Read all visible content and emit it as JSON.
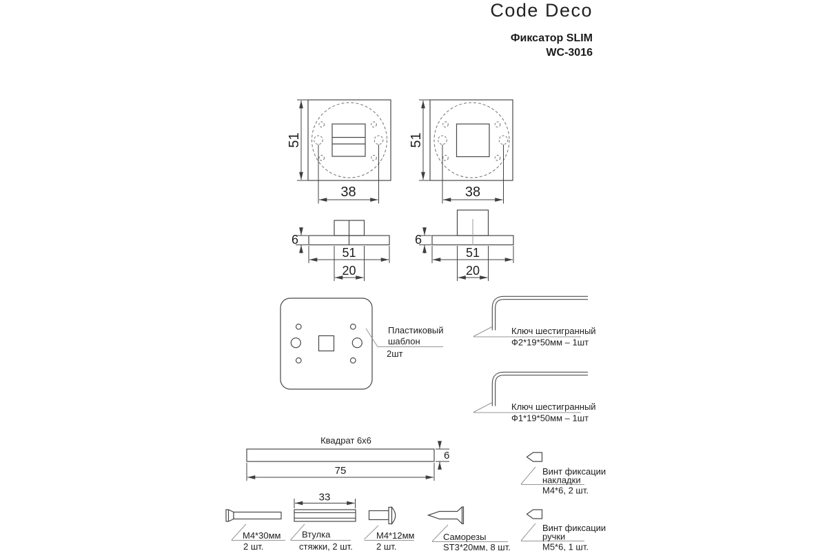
{
  "brand": {
    "logo": "Code Deco",
    "product": "Фиксатор SLIM",
    "model": "WC-3016"
  },
  "front_left": {
    "side": "51",
    "holes": "38"
  },
  "front_right": {
    "side": "51",
    "holes": "38"
  },
  "side_left": {
    "thickness": "6",
    "width": "51",
    "knob": "20"
  },
  "side_right": {
    "thickness": "6",
    "width": "51",
    "knob": "20"
  },
  "template": {
    "name_line1": "Пластиковый",
    "name_line2": "шаблон",
    "qty": "2шт"
  },
  "hex_key_large": {
    "name": "Ключ шестигранный",
    "spec": "Ф2*19*50мм – 1шт"
  },
  "hex_key_small": {
    "name": "Ключ шестигранный",
    "spec": "Ф1*19*50мм – 1шт"
  },
  "square_bar": {
    "name": "Квадрат 6x6",
    "length": "75",
    "thickness": "6"
  },
  "bolt_m4_30": {
    "name": "М4*30мм",
    "qty": "2 шт."
  },
  "sleeve": {
    "length": "33",
    "name": "Втулка",
    "qty": "стяжки, 2 шт."
  },
  "bolt_m4_12": {
    "name": "М4*12мм",
    "qty": "2 шт."
  },
  "self_tapping": {
    "name": "Саморезы",
    "qty": "ST3*20мм, 8 шт."
  },
  "set_screw_plate": {
    "name_line1": "Винт фиксации",
    "name_line2": "накладки",
    "qty": "М4*6, 2 шт."
  },
  "set_screw_handle": {
    "name_line1": "Винт фиксации",
    "name_line2": "ручки",
    "qty": "М5*6, 1 шт."
  }
}
